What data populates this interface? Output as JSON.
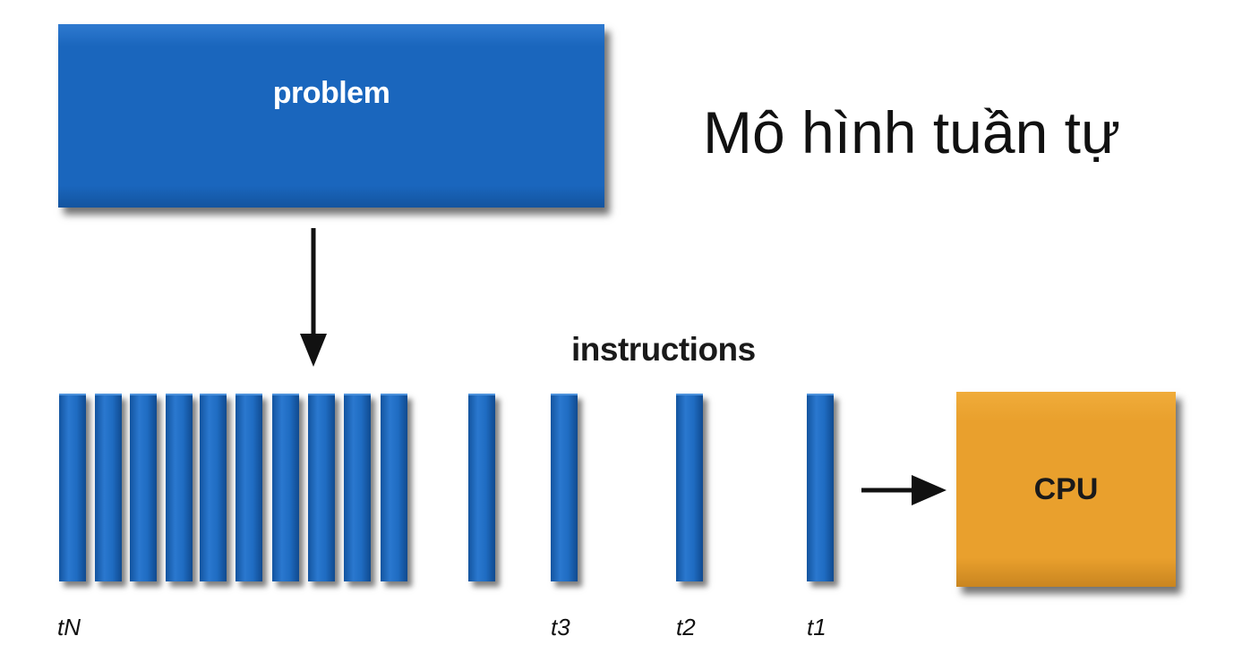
{
  "diagram": {
    "title": "Mô hình tuần tự",
    "problem_label": "problem",
    "instructions_label": "instructions",
    "cpu_label": "CPU",
    "time_labels": {
      "tN": "tN",
      "t3": "t3",
      "t2": "t2",
      "t1": "t1"
    },
    "colors": {
      "problem_box": "#1a66bd",
      "instruction_bar": "#1f6cc2",
      "cpu_box": "#e9a02d",
      "arrow": "#111111"
    }
  }
}
